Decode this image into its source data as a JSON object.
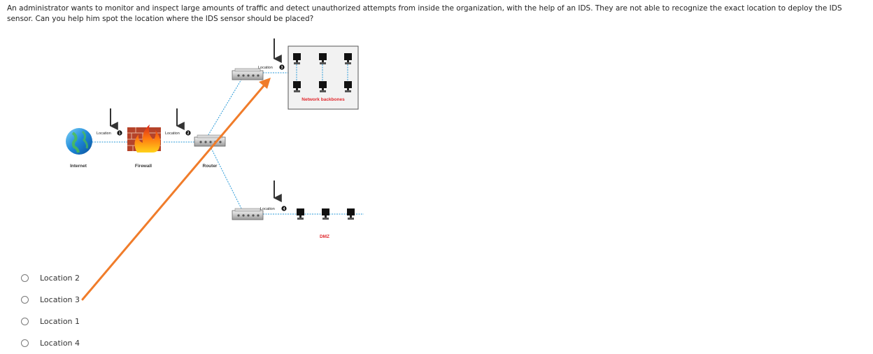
{
  "question": {
    "text": "An administrator wants to monitor and inspect large amounts of traffic and detect unauthorized attempts from inside the organization, with the help of an IDS. They are not able to recognize the exact location to deploy the IDS sensor. Can you help him spot the location where the IDS sensor should be placed?"
  },
  "diagram": {
    "internet_label": "Internet",
    "firewall_label": "Firewall",
    "router_label": "Router",
    "network_backbones_label": "Network backbones",
    "dmz_label": "DMZ",
    "location_word": "Location",
    "location_1_num": "1",
    "location_2_num": "2",
    "location_3_num": "3",
    "location_4_num": "4",
    "annotation_color": "#f07c2a",
    "label_red": "#e0282d"
  },
  "options": [
    {
      "label": "Location 2"
    },
    {
      "label": "Location 3"
    },
    {
      "label": "Location 1"
    },
    {
      "label": "Location 4"
    }
  ]
}
